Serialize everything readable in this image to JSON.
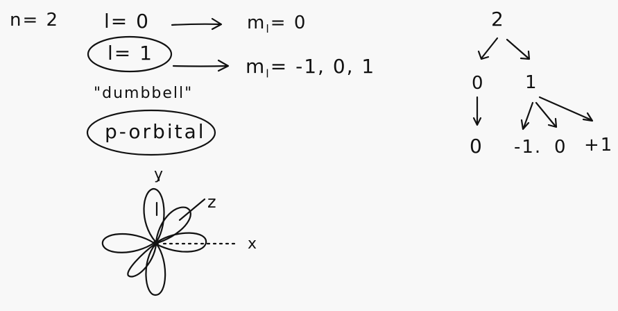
{
  "notes": {
    "n_label": "n= 2",
    "l0": "l= 0",
    "ml0": "m",
    "ml0_sub": "l",
    "ml0_val": "= 0",
    "l1": "l= 1",
    "ml1": "m",
    "ml1_sub": "l",
    "ml1_val": "= -1, 0, 1",
    "shape_name": "\"dumbbell\"",
    "orbital_name": "p-orbital",
    "axis_y": "y",
    "axis_z": "z",
    "axis_x": "x"
  },
  "tree": {
    "root": "2",
    "level1": [
      "0",
      "1"
    ],
    "level2": [
      "0",
      "-1.",
      "0",
      "+1"
    ]
  },
  "ink_color": "#111111",
  "background_color": "#f8f8f8"
}
